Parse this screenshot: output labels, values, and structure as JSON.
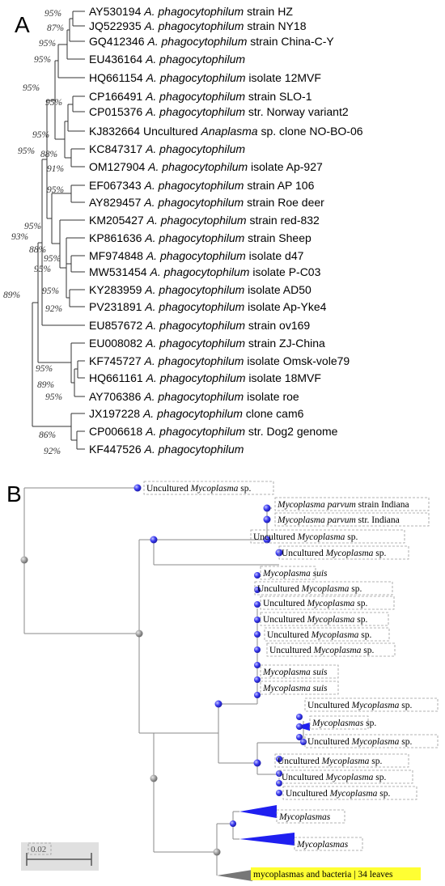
{
  "panel_a": {
    "letter": "A",
    "taxa": [
      {
        "acc": "AY530194",
        "ital": "A. phagocytophilum",
        "desc": "strain HZ"
      },
      {
        "acc": "JQ522935",
        "ital": "A. phagocytophilum",
        "desc": "strain NY18"
      },
      {
        "acc": "GQ412346",
        "ital": "A. phagocytophilum",
        "desc": "strain China-C-Y"
      },
      {
        "acc": "EU436164",
        "ital": "A. phagocytophilum",
        "desc": ""
      },
      {
        "acc": "HQ661154",
        "ital": "A. phagocytophilum",
        "desc": "isolate 12MVF"
      },
      {
        "acc": "CP166491",
        "ital": "A. phagocytophilum",
        "desc": "strain SLO-1"
      },
      {
        "acc": "CP015376",
        "ital": "A. phagocytophilum",
        "desc": "str. Norway variant2"
      },
      {
        "acc": "KJ832664",
        "pre": "Uncultured",
        "ital": "Anaplasma",
        "desc": "sp. clone NO-BO-06"
      },
      {
        "acc": "KC847317",
        "ital": "A. phagocytophilum",
        "desc": ""
      },
      {
        "acc": "OM127904",
        "ital": "A. phagocytophilum",
        "desc": "isolate Ap-927"
      },
      {
        "acc": "EF067343",
        "ital": "A. phagocytophilum",
        "desc": "strain AP 106"
      },
      {
        "acc": "AY829457",
        "ital": "A. phagocytophilum",
        "desc": "strain Roe deer"
      },
      {
        "acc": "KM205427",
        "ital": "A. phagocytophilum",
        "desc": "strain red-832"
      },
      {
        "acc": "KP861636",
        "ital": "A. phagocytophilum",
        "desc": "strain Sheep"
      },
      {
        "acc": "MF974848",
        "ital": "A. phagocytophilum",
        "desc": "isolate d47"
      },
      {
        "acc": "MW531454",
        "ital": "A. phagocytophilum",
        "desc": "isolate P-C03"
      },
      {
        "acc": "KY283959",
        "ital": "A. phagocytophilum",
        "desc": "isolate AD50"
      },
      {
        "acc": "PV231891",
        "ital": "A. phagocytophilum",
        "desc": "isolate Ap-Yke4"
      },
      {
        "acc": "EU857672",
        "ital": "A. phagocytophilum",
        "desc": "strain ov169"
      },
      {
        "acc": "EU008082",
        "ital": "A. phagocytophilum",
        "desc": "strain ZJ-China"
      },
      {
        "acc": "KF745727",
        "ital": "A. phagocytophilum",
        "desc": "isolate Omsk-vole79"
      },
      {
        "acc": "HQ661161",
        "ital": "A. phagocytophilum",
        "desc": "isolate 18MVF"
      },
      {
        "acc": "AY706386",
        "ital": "A. phagocytophilum",
        "desc": "isolate roe"
      },
      {
        "acc": "JX197228",
        "ital": "A. phagocytophilum",
        "desc": "clone cam6"
      },
      {
        "acc": "CP006618",
        "ital": "A. phagocytophilum",
        "desc": "str. Dog2 genome"
      },
      {
        "acc": "KF447526",
        "ital": "A. phagocytophilum",
        "desc": ""
      }
    ],
    "supports": [
      "95%",
      "87%",
      "95%",
      "95%",
      "95%",
      "95%",
      "95%",
      "95%",
      "88%",
      "91%",
      "95%",
      "95%",
      "93%",
      "88%",
      "95%",
      "95%",
      "95%",
      "92%",
      "89%",
      "95%",
      "89%",
      "95%",
      "86%",
      "92%"
    ]
  },
  "panel_b": {
    "letter": "B",
    "leaves": [
      {
        "parts": [
          [
            "Uncultured ",
            0
          ],
          [
            "Mycoplasma",
            1
          ],
          [
            " sp.",
            0
          ]
        ]
      },
      {
        "parts": [
          [
            "Mycoplasma parvum",
            1
          ],
          [
            " strain Indiana",
            0
          ]
        ]
      },
      {
        "parts": [
          [
            "Mycoplasma parvum",
            1
          ],
          [
            " str. Indiana",
            0
          ]
        ]
      },
      {
        "parts": [
          [
            "Uncultured ",
            0
          ],
          [
            "Mycoplasma",
            1
          ],
          [
            " sp.",
            0
          ]
        ]
      },
      {
        "parts": [
          [
            "Uncultured ",
            0
          ],
          [
            "Mycoplasma",
            1
          ],
          [
            " sp.",
            0
          ]
        ]
      },
      {
        "parts": [
          [
            "Mycoplasma suis",
            1
          ]
        ]
      },
      {
        "parts": [
          [
            "Uncultured ",
            0
          ],
          [
            "Mycoplasma",
            1
          ],
          [
            " sp.",
            0
          ]
        ]
      },
      {
        "parts": [
          [
            "Uncultured ",
            0
          ],
          [
            "Mycoplasma",
            1
          ],
          [
            " sp.",
            0
          ]
        ]
      },
      {
        "parts": [
          [
            "Uncultured ",
            0
          ],
          [
            "Mycoplasma",
            1
          ],
          [
            " sp.",
            0
          ]
        ]
      },
      {
        "parts": [
          [
            "Uncultured ",
            0
          ],
          [
            "Mycoplasma",
            1
          ],
          [
            " sp.",
            0
          ]
        ]
      },
      {
        "parts": [
          [
            "Uncultured ",
            0
          ],
          [
            "Mycoplasma",
            1
          ],
          [
            " sp.",
            0
          ]
        ]
      },
      {
        "parts": [
          [
            "Mycoplasma suis",
            1
          ]
        ]
      },
      {
        "parts": [
          [
            "Mycoplasma suis",
            1
          ]
        ]
      },
      {
        "parts": [
          [
            "Uncultured ",
            0
          ],
          [
            "Mycoplasma",
            1
          ],
          [
            " sp.",
            0
          ]
        ]
      },
      {
        "parts": [
          [
            "Mycoplasmas",
            1
          ],
          [
            " sp.",
            0
          ]
        ]
      },
      {
        "parts": [
          [
            "Uncultured ",
            0
          ],
          [
            "Mycoplasma",
            1
          ],
          [
            " sp.",
            0
          ]
        ]
      },
      {
        "parts": [
          [
            "Uncultured ",
            0
          ],
          [
            "Mycoplasma",
            1
          ],
          [
            " sp.",
            0
          ]
        ]
      },
      {
        "parts": [
          [
            "Uncultured ",
            0
          ],
          [
            "Mycoplasma",
            1
          ],
          [
            " sp.",
            0
          ]
        ]
      },
      {
        "parts": [
          [
            "Uncultured ",
            0
          ],
          [
            "Mycoplasma",
            1
          ],
          [
            " sp.",
            0
          ]
        ]
      },
      {
        "parts": [
          [
            "Mycoplasmas",
            1
          ]
        ]
      },
      {
        "parts": [
          [
            "Mycoplasmas",
            1
          ]
        ]
      },
      {
        "parts": [
          [
            "mycoplasmas and bacteria | 34 leaves",
            0
          ]
        ]
      }
    ],
    "scale_label": "0.02",
    "colors": {
      "node_blue": "#3a3af0",
      "node_gray": "#9a9a9a",
      "highlight": "#ffff33",
      "triangle_gray": "#777777"
    }
  }
}
